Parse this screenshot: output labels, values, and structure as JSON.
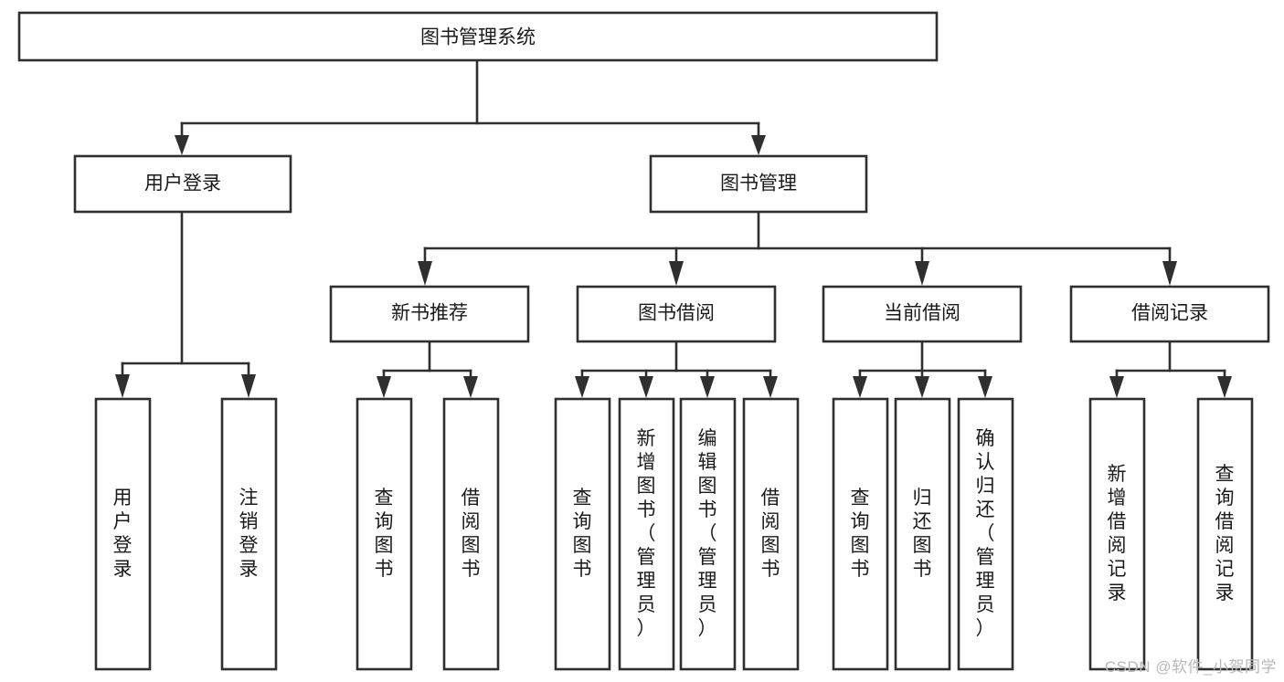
{
  "diagram": {
    "type": "tree",
    "title": "图书管理系统",
    "root": {
      "id": "root",
      "label": "图书管理系统",
      "orientation": "horizontal"
    },
    "level2": [
      {
        "id": "user-login",
        "label": "用户登录",
        "orientation": "horizontal"
      },
      {
        "id": "book-manage",
        "label": "图书管理",
        "orientation": "horizontal"
      }
    ],
    "level3": [
      {
        "id": "new-book-rec",
        "label": "新书推荐",
        "orientation": "horizontal"
      },
      {
        "id": "book-borrow",
        "label": "图书借阅",
        "orientation": "horizontal"
      },
      {
        "id": "current-borrow",
        "label": "当前借阅",
        "orientation": "horizontal"
      },
      {
        "id": "borrow-record",
        "label": "借阅记录",
        "orientation": "horizontal"
      }
    ],
    "leaves": {
      "user-login": [
        {
          "id": "leaf-user-login",
          "label": "用户登录",
          "orientation": "vertical"
        },
        {
          "id": "leaf-logout",
          "label": "注销登录",
          "orientation": "vertical"
        }
      ],
      "new-book-rec": [
        {
          "id": "leaf-query-book-1",
          "label": "查询图书",
          "orientation": "vertical"
        },
        {
          "id": "leaf-borrow-book-1",
          "label": "借阅图书",
          "orientation": "vertical"
        }
      ],
      "book-borrow": [
        {
          "id": "leaf-query-book-2",
          "label": "查询图书",
          "orientation": "vertical"
        },
        {
          "id": "leaf-add-book",
          "label": "新增图书（管理员）",
          "orientation": "vertical"
        },
        {
          "id": "leaf-edit-book",
          "label": "编辑图书（管理员）",
          "orientation": "vertical"
        },
        {
          "id": "leaf-borrow-book-2",
          "label": "借阅图书",
          "orientation": "vertical"
        }
      ],
      "current-borrow": [
        {
          "id": "leaf-query-book-3",
          "label": "查询图书",
          "orientation": "vertical"
        },
        {
          "id": "leaf-return-book",
          "label": "归还图书",
          "orientation": "vertical"
        },
        {
          "id": "leaf-confirm-return",
          "label": "确认归还（管理员）",
          "orientation": "vertical"
        }
      ],
      "borrow-record": [
        {
          "id": "leaf-add-record",
          "label": "新增借阅记录",
          "orientation": "vertical"
        },
        {
          "id": "leaf-query-record",
          "label": "查询借阅记录",
          "orientation": "vertical"
        }
      ]
    },
    "colors": {
      "stroke": "#2f2f2f",
      "fill": "#ffffff",
      "text": "#1a1a1a",
      "watermark": "#b9b9b9"
    }
  },
  "watermark": {
    "text": "CSDN @软件_小贺同学"
  }
}
